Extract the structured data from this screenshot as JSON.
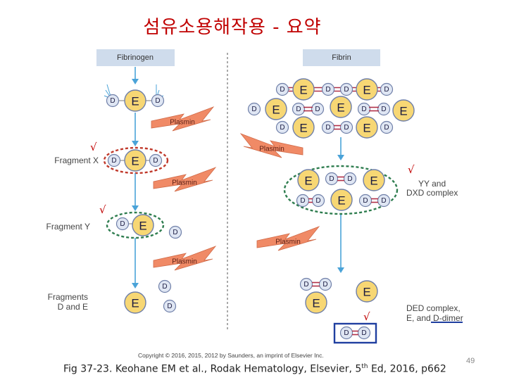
{
  "title": "섬유소용해작용 - 요약",
  "headers": {
    "fibrinogen": "Fibrinogen",
    "fibrin": "Fibrin"
  },
  "labels": {
    "fragment_x": "Fragment X",
    "fragment_y": "Fragment Y",
    "fragments_de_line1": "Fragments",
    "fragments_de_line2": "D and E",
    "yy_line1": "YY and",
    "yy_line2": "DXD complex",
    "ded_line1": "DED complex,",
    "ded_line2_a": "E, and ",
    "ded_line2_b": "D-dimer"
  },
  "plasmin": "Plasmin",
  "node_letters": {
    "e": "E",
    "d": "D"
  },
  "check_mark": "√",
  "copyright": "Copyright © 2016, 2015, 2012 by Saunders, an imprint of Elsevier Inc.",
  "caption": {
    "pre": "Fig 37-23. Keohane EM et al., Rodak Hematology, Elsevier, 5",
    "sup": "th",
    "post": " Ed, 2016, p662"
  },
  "page_number": "49",
  "colors": {
    "title": "#c00000",
    "e_fill": "#f7d774",
    "d_fill": "#dfe6f3",
    "node_stroke": "#6f7fa8",
    "plasmin_fill": "#f08a66",
    "arrow": "#4aa3d8",
    "header_fill": "#cfdcec",
    "green_dash": "#2e7d4f",
    "red_dash": "#c0392b",
    "link": "#b03048",
    "highlight_box": "#1f3fa0"
  }
}
